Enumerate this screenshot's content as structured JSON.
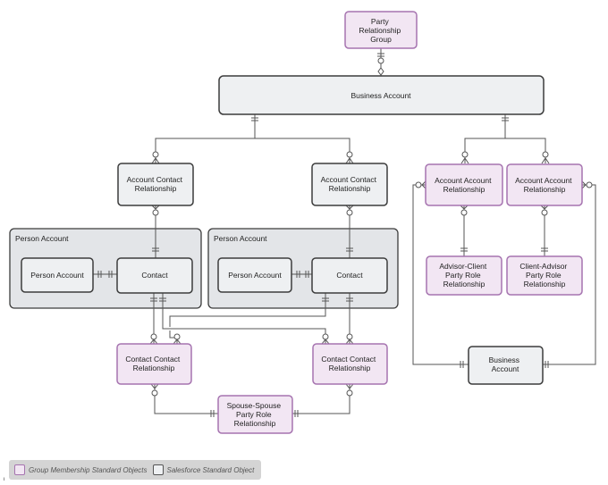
{
  "colors": {
    "group_fill": "#f2e6f3",
    "group_stroke": "#a674b0",
    "std_fill": "#eef0f2",
    "std_stroke": "#3c3c3c",
    "container_fill": "#e3e5e8",
    "line": "#555555"
  },
  "entities": {
    "party_relationship_group": "Party Relationship Group",
    "business_account_top": "Business Account",
    "acr_left": "Account Contact Relationship",
    "acr_right": "Account Contact Relationship",
    "aar_left": "Account Account Relationship",
    "aar_right": "Account Account Relationship",
    "advisor_client": "Advisor-Client Party Role Relationship",
    "client_advisor": "Client-Advisor Party Role Relationship",
    "person_account_group_left": "Person Account",
    "person_account_group_right": "Person Account",
    "person_account_left": "Person Account",
    "person_account_right": "Person Account",
    "contact_left": "Contact",
    "contact_right": "Contact",
    "ccr_left": "Contact Contact Relationship",
    "ccr_right": "Contact Contact Relationship",
    "spouse_spouse": "Spouse-Spouse Party Role Relationship",
    "business_account_bottom": "Business Account"
  },
  "legend": {
    "group_label": "Group Membership Standard Objects",
    "standard_label": "Salesforce Standard Object"
  },
  "footer_mark": "ι"
}
